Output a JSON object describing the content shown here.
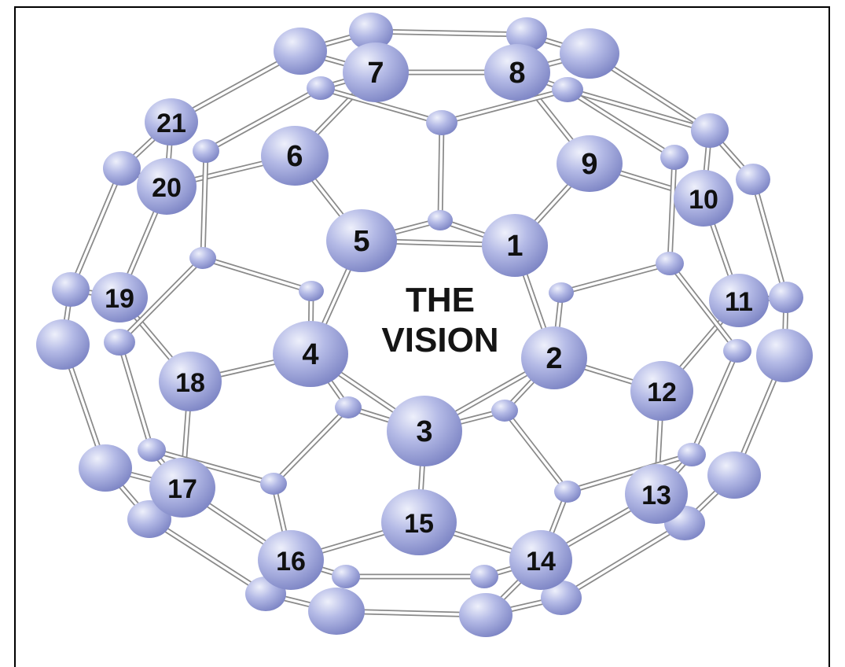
{
  "title": {
    "line1": "THE",
    "line2": "VISION"
  },
  "colors": {
    "atom_light": "#eef0fb",
    "atom_mid": "#b4bae6",
    "atom_dark": "#7c84c4",
    "bond": "#8a8a8a",
    "frame": "#000000"
  },
  "atoms": [
    {
      "label": "1"
    },
    {
      "label": "2"
    },
    {
      "label": "3"
    },
    {
      "label": "4"
    },
    {
      "label": "5"
    },
    {
      "label": "6"
    },
    {
      "label": "7"
    },
    {
      "label": "8"
    },
    {
      "label": "9"
    },
    {
      "label": "10"
    },
    {
      "label": "11"
    },
    {
      "label": "12"
    },
    {
      "label": "13"
    },
    {
      "label": "14"
    },
    {
      "label": "15"
    },
    {
      "label": "16"
    },
    {
      "label": "17"
    },
    {
      "label": "18"
    },
    {
      "label": "19"
    },
    {
      "label": "20"
    },
    {
      "label": "21"
    }
  ]
}
